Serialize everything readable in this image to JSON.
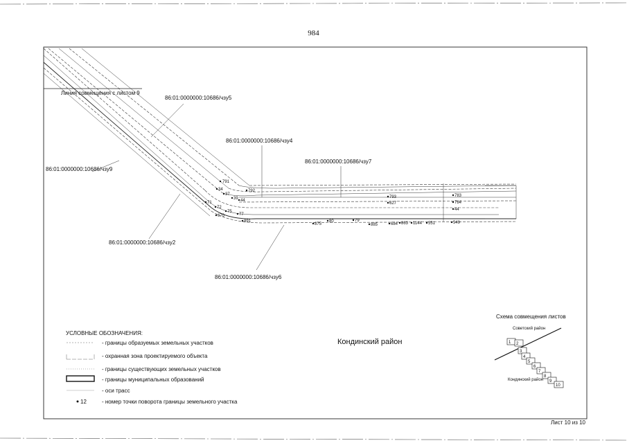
{
  "page_number": "984",
  "district_label": "Кондинский район",
  "combination_line_label": "Линия совмещения с листом 9",
  "parcel_labels": [
    "86:01:0000000:10686/чзу5",
    "86:01:0000000:10686/чзу4",
    "86:01:0000000:10686/чзу7",
    "86:01:0000000:10686/чзу9",
    "86:01:0000000:10686/чзу2",
    "86:01:0000000:10686/чзу6"
  ],
  "turn_points": [
    "791",
    "34",
    "37",
    "39",
    "44",
    "792",
    "71",
    "72",
    "75",
    "670",
    "77",
    "891",
    "875",
    "80",
    "79",
    "885",
    "684",
    "863",
    "1144",
    "551",
    "549",
    "793",
    "627",
    "783",
    "784",
    "44"
  ],
  "legend": {
    "title": "УСЛОВНЫЕ ОБОЗНАЧЕНИЯ:",
    "items": [
      "- границы образуемых земельных участков",
      "- охранная зона проектируемого объекта",
      "- границы существующих земельных участков",
      "- границы муниципальных образований",
      "- оси трасс",
      "- номер точки поворота границы земельного участка"
    ],
    "point_sample": "12"
  },
  "inset": {
    "title": "Схема совмещения листов",
    "region_top": "Советский район",
    "region_bottom": "Кондинский район",
    "sheets": [
      "1",
      "2",
      "3",
      "4",
      "5",
      "6",
      "7",
      "8",
      "9",
      "10"
    ]
  },
  "footer": "Лист 10 из 10"
}
